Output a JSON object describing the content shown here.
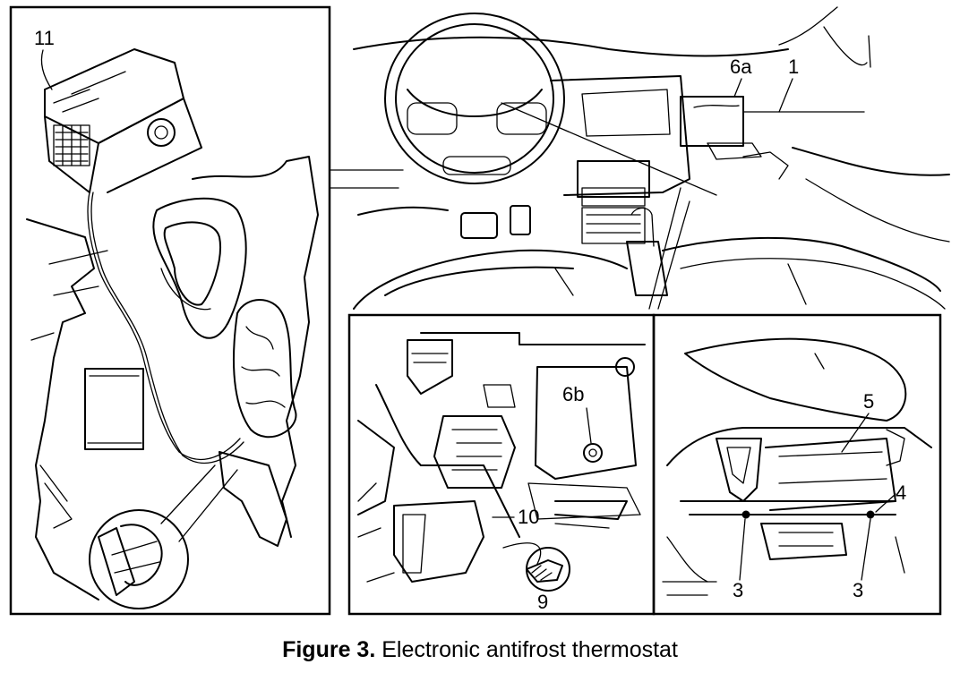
{
  "caption": {
    "label": "Figure 3.",
    "text": "Electronic antifrost thermostat"
  },
  "callouts": {
    "c11": "11",
    "c6a": "6a",
    "c1": "1",
    "c6b": "6b",
    "c10": "10",
    "c9": "9",
    "c5": "5",
    "c4": "4",
    "c3a": "3",
    "c3b": "3"
  }
}
